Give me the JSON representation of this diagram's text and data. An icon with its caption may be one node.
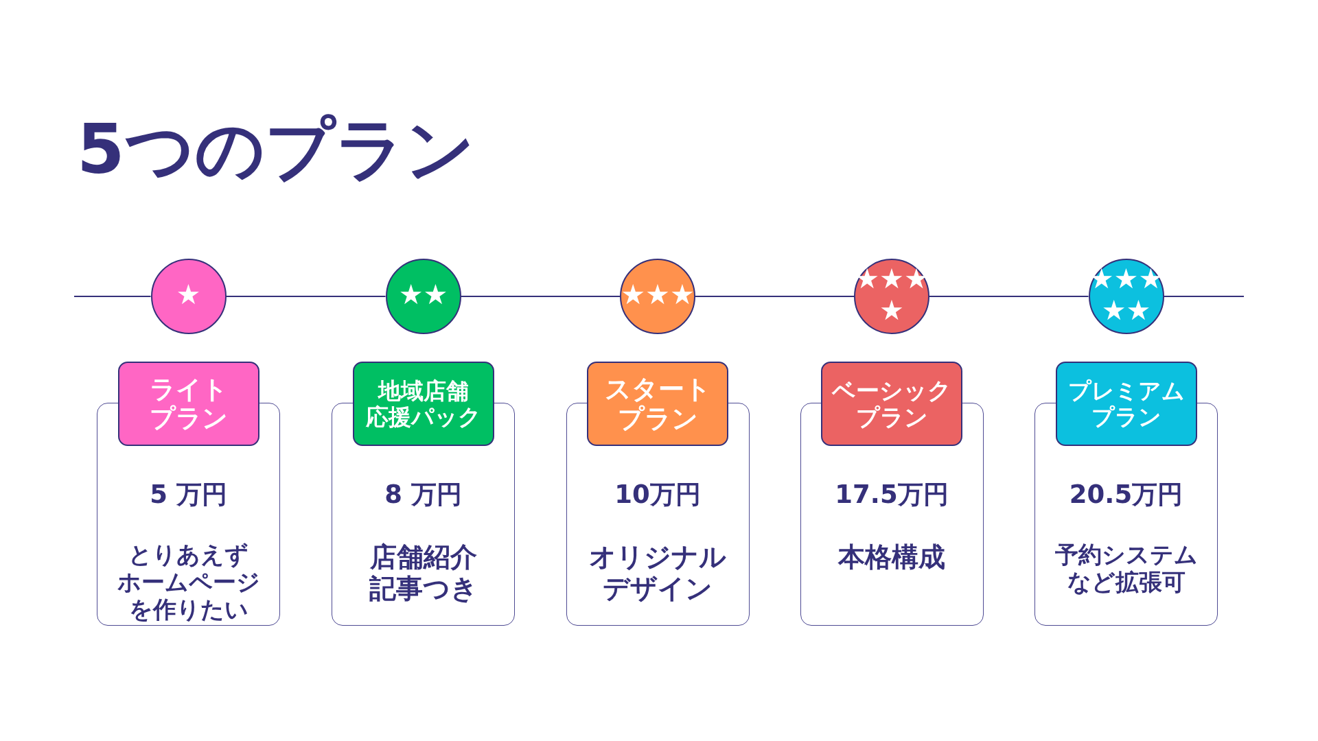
{
  "diagram": {
    "title": "5つのプラン",
    "nodes": [
      {
        "text": [
          "★"
        ]
      },
      {
        "text": [
          "ライトプラン"
        ]
      },
      {
        "text": [
          "5 万円",
          "とりあえずホームページを作りたい"
        ]
      },
      {
        "text": [
          "★★"
        ]
      },
      {
        "text": [
          "地域店舗応援パック"
        ]
      },
      {
        "text": [
          "8 万円",
          "店舗紹介記事つき"
        ]
      },
      {
        "text": [
          "★★★"
        ]
      },
      {
        "text": [
          "スタートプラン"
        ]
      },
      {
        "text": [
          "10万円",
          "オリジナルデザイン"
        ]
      },
      {
        "text": [
          "★★★★"
        ]
      },
      {
        "text": [
          "ベーシックプラン"
        ]
      },
      {
        "text": [
          "17.5万円",
          "本格構成"
        ]
      },
      {
        "text": [
          "★★★★★"
        ]
      },
      {
        "text": [
          "プレミアムプラン"
        ]
      },
      {
        "text": [
          "20.5万円",
          "予約システムなど拡張可"
        ]
      }
    ],
    "edges": [
      {
        "from": null,
        "to": 0,
        "arrow": "none"
      },
      {
        "from": 0,
        "to": 3,
        "arrow": "none"
      },
      {
        "from": 3,
        "to": 6,
        "arrow": "none"
      },
      {
        "from": 6,
        "to": 9,
        "arrow": "none"
      },
      {
        "from": 9,
        "to": 12,
        "arrow": "none"
      },
      {
        "from": 12,
        "to": null,
        "arrow": "none"
      }
    ]
  }
}
